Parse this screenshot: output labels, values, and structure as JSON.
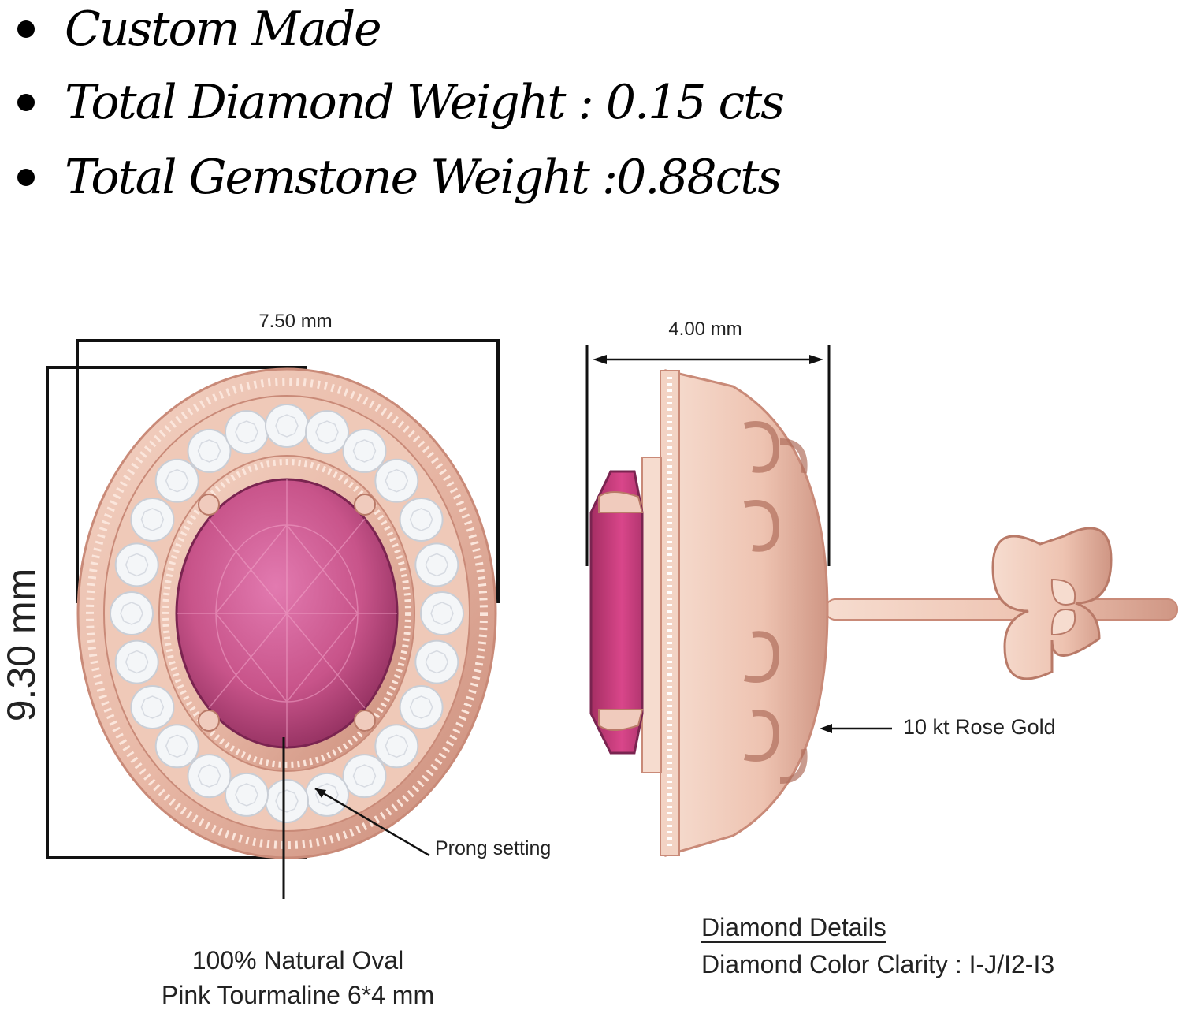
{
  "features": [
    {
      "text": "Custom Made"
    },
    {
      "text": "Total Diamond Weight : 0.15 cts"
    },
    {
      "text": "Total Gemstone Weight :0.88cts"
    }
  ],
  "front_view": {
    "width_label": "7.50 mm",
    "height_label": "9.30 mm",
    "prong_label": "Prong setting",
    "stone_line1": "100% Natural Oval",
    "stone_line2": "Pink Tourmaline 6*4 mm"
  },
  "side_view": {
    "depth_label": "4.00 mm",
    "metal_label": "10 kt Rose Gold"
  },
  "diamond_details": {
    "heading": "Diamond Details",
    "clarity": "Diamond Color Clarity : I-J/I2-I3"
  },
  "colors": {
    "rose_gold": "#e8b8a6",
    "rose_gold_dark": "#c98a78",
    "tourmaline": "#c8548a",
    "diamond": "#f4f6f8"
  }
}
